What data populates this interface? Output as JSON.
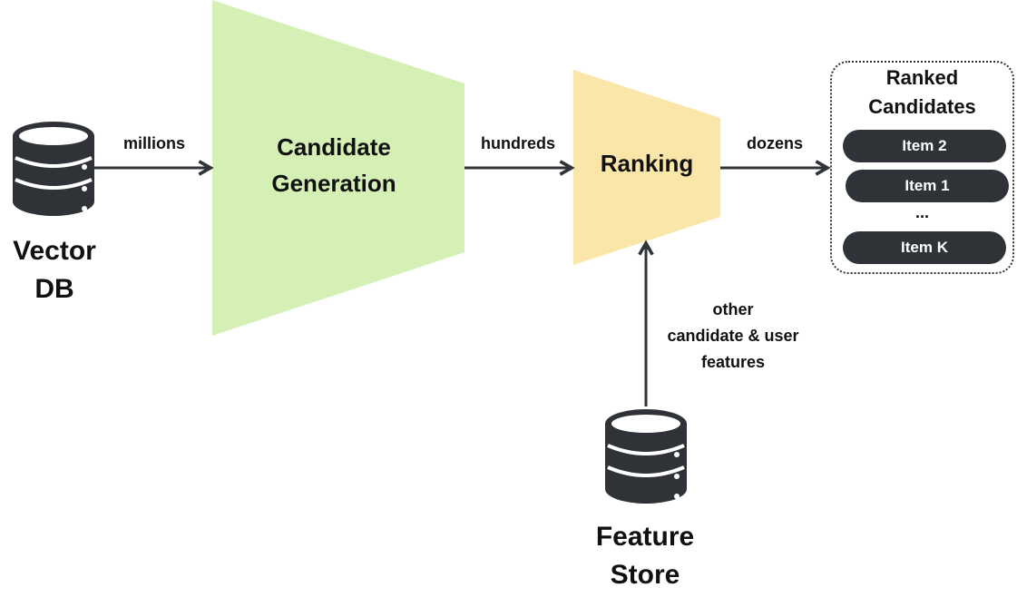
{
  "colors": {
    "candidate_generation": "#d5f0b5",
    "ranking": "#fae6a9",
    "arrow": "#2f3337",
    "database_icon": "#2f3337",
    "item_pill": "#2f3337"
  },
  "nodes": {
    "vector_db": {
      "label_line1": "Vector",
      "label_line2": "DB",
      "icon": "database-icon"
    },
    "candidate_generation": {
      "label_line1": "Candidate",
      "label_line2": "Generation"
    },
    "ranking": {
      "label": "Ranking"
    },
    "feature_store": {
      "label_line1": "Feature",
      "label_line2": "Store",
      "icon": "database-icon"
    },
    "ranked_candidates": {
      "title_line1": "Ranked",
      "title_line2": "Candidates",
      "items": [
        "Item 2",
        "Item 1",
        "Item K"
      ],
      "ellipsis": "..."
    }
  },
  "edges": {
    "db_to_generation": "millions",
    "generation_to_ranking": "hundreds",
    "ranking_to_output": "dozens",
    "features_to_ranking": {
      "line1": "other",
      "line2": "candidate & user",
      "line3": "features"
    }
  }
}
